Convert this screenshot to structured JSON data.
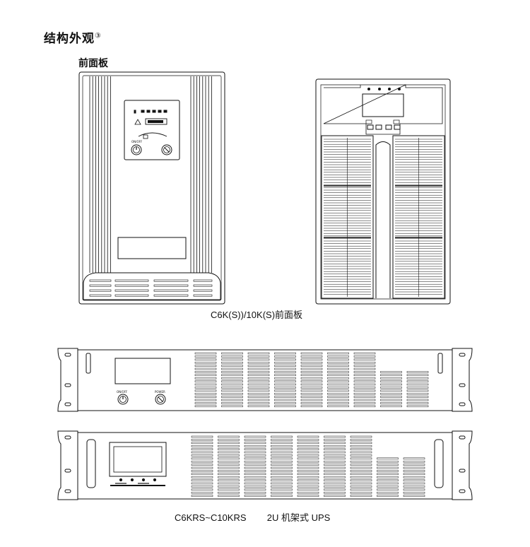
{
  "heading": {
    "text": "结构外观",
    "footnote": "③"
  },
  "subheading": "前面板",
  "tower_caption": "C6K(S))/10K(S)前面板",
  "rack_caption": {
    "model": "C6KRS~C10KRS",
    "desc": "2U 机架式 UPS"
  },
  "labels": {
    "on_off": "ON/OFF",
    "power": "POWER"
  }
}
